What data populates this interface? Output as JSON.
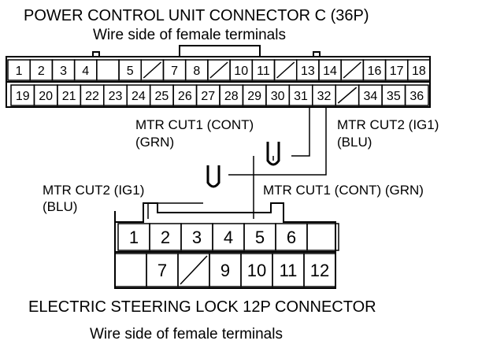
{
  "top_connector": {
    "title": "POWER CONTROL UNIT CONNECTOR C (36P)",
    "subtitle": "Wire side of female terminals",
    "row1": [
      "1",
      "2",
      "3",
      "4",
      "",
      "5",
      "/",
      "7",
      "8",
      "/",
      "10",
      "11",
      "/",
      "13",
      "14",
      "/",
      "16",
      "17",
      "18"
    ],
    "row2": [
      "19",
      "20",
      "21",
      "22",
      "23",
      "24",
      "25",
      "26",
      "27",
      "28",
      "29",
      "30",
      "31",
      "32",
      "/",
      "34",
      "35",
      "36"
    ]
  },
  "bottom_connector": {
    "title": "ELECTRIC STEERING LOCK 12P CONNECTOR",
    "subtitle": "Wire side of female terminals",
    "row1": [
      "1",
      "2",
      "3",
      "4",
      "5",
      "6",
      ""
    ],
    "row2": [
      "",
      "7",
      "/",
      "9",
      "10",
      "11",
      "12"
    ]
  },
  "wire_labels": {
    "cont_top": [
      "MTR CUT1 (CONT)",
      "(GRN)"
    ],
    "ig1_top": [
      "MTR CUT2 (IG1)",
      "(BLU)"
    ],
    "ig1_bottom": [
      "MTR CUT2 (IG1)",
      "(BLU)"
    ],
    "cont_bottom": "MTR CUT1 (CONT) (GRN)"
  },
  "connection_symbol": "U"
}
